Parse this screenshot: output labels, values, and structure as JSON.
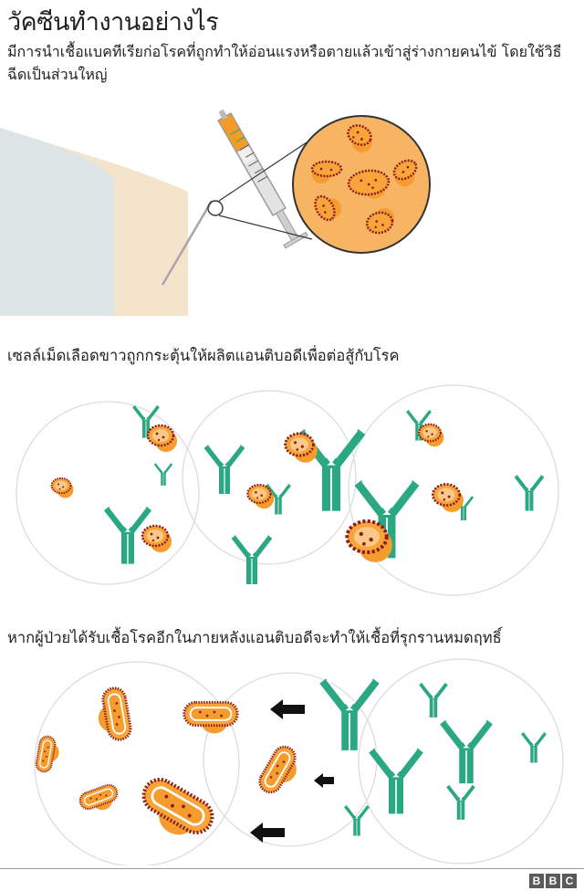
{
  "header": {
    "title": "วัคซีนทำงานอย่างไร",
    "subtitle": "มีการนำเชื้อแบคทีเรียก่อโรคที่ถูกทำให้อ่อนแรงหรือตายแล้วเข้าสู่ร่างกายคนไข้ โดยใช้วิธีฉีดเป็นส่วนใหญ่"
  },
  "sections": [
    {
      "label": "เซลล์เม็ดเลือดขาวถูกกระตุ้นให้ผลิตแอนติบอดีเพื่อต่อสู้กับโรค"
    },
    {
      "label": "หากผู้ป่วยได้รับเชื้อโรคอีกในภายหลังแอนติบอดีจะทำให้เชื้อที่รุกรานหมดฤทธิ์"
    }
  ],
  "footer": {
    "brand_letters": [
      "B",
      "B",
      "C"
    ]
  },
  "colors": {
    "antibody": "#2aa882",
    "bacteria_orange": "#f7a43a",
    "bacteria_inner": "#f59c2f",
    "bacteria_outline": "#8c1c18",
    "cell_outline": "#dcdcdc",
    "skin": "#f5e4cc",
    "shirt": "#dde6e6"
  },
  "icons": [
    "syringe-icon",
    "magnifier-circle-icon",
    "white-blood-cell-icon",
    "antibody-icon",
    "bacteria-icon",
    "arrow-left-icon"
  ]
}
